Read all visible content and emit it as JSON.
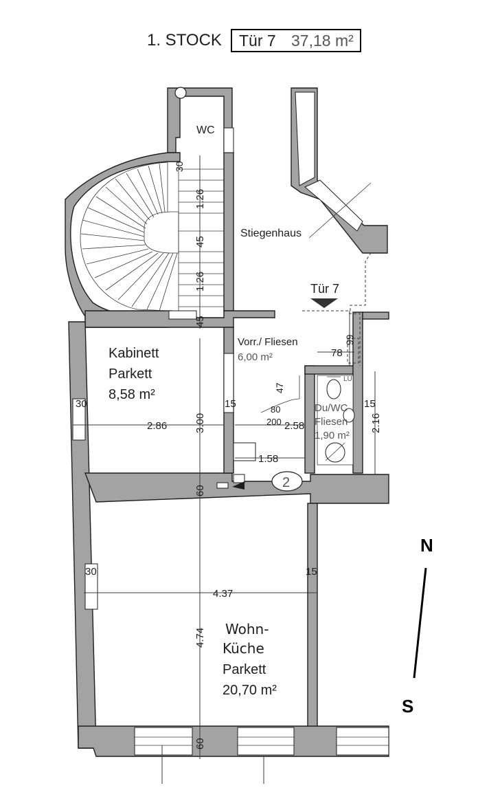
{
  "header": {
    "floor": "1. STOCK",
    "unit": "Tür 7",
    "unit_area": "37,18 m²"
  },
  "rooms": {
    "wc": "WC",
    "stairs": "Stiegenhaus",
    "entry_door": "Tür 7",
    "kabinett": {
      "name": "Kabinett",
      "floor": "Parkett",
      "area": "8,58 m²"
    },
    "vorraum": {
      "name": "Vorr./ Fliesen",
      "area": "6,00 m²"
    },
    "bath": {
      "name": "Du/WC",
      "floor": "Fliesen",
      "area": "1,90 m²",
      "vent": "LÜ"
    },
    "wohnkueche": {
      "line1": "Wohn-",
      "line2": "Küche",
      "floor": "Parkett",
      "area": "20,70 m²"
    },
    "marker": "2"
  },
  "dimensions": {
    "d30_stair": "30",
    "d126_a": "1.26",
    "d45_a": "45",
    "d126_b": "1.26",
    "d45_b": "45",
    "d99": "99",
    "d78": "78",
    "d47": "47",
    "d30_left": "30",
    "d15_a": "15",
    "d286": "2.86",
    "d300": "3.00",
    "d80": "80",
    "d200": "200",
    "d258": "2.58",
    "d15_b": "15",
    "d216": "2.16",
    "d158": "1.58",
    "d60_a": "60",
    "d30_lower": "30",
    "d15_c": "15",
    "d437": "4.37",
    "d474": "4.74",
    "d60_b": "60"
  },
  "compass": {
    "north": "N",
    "south": "S"
  }
}
